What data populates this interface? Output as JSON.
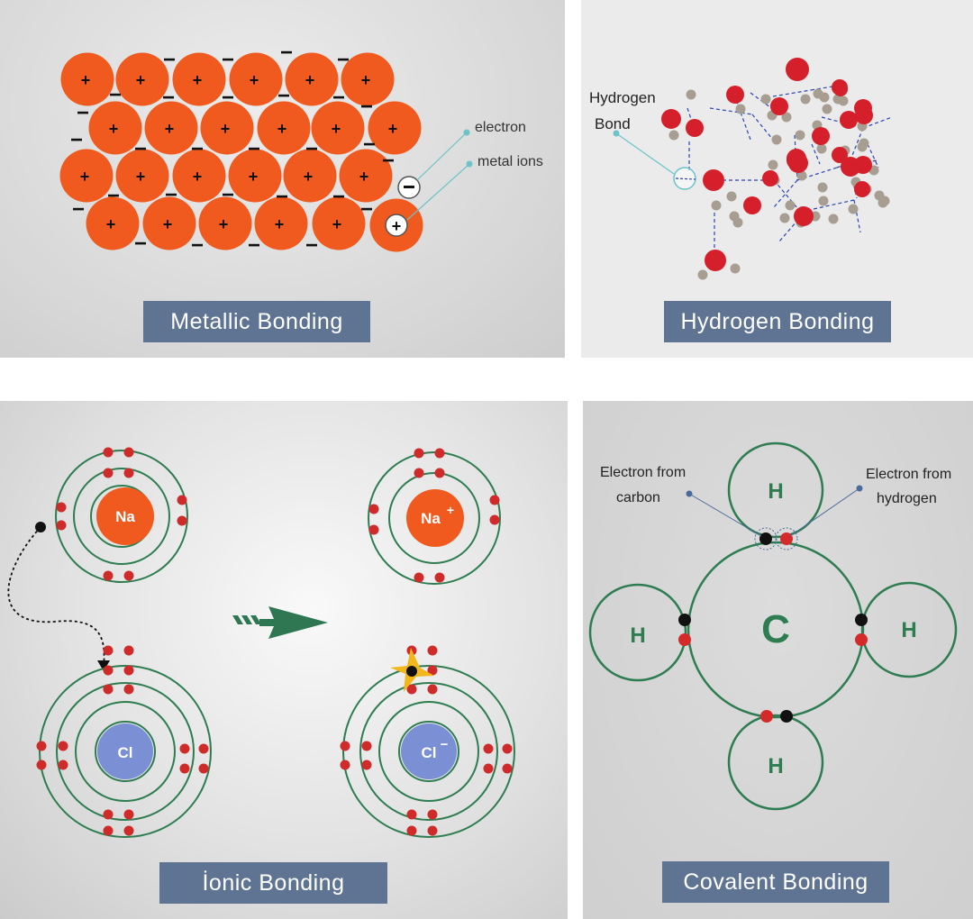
{
  "metallic": {
    "title": "Metallic  Bonding",
    "ion_sign": "+",
    "electron_sign": "−",
    "callouts": {
      "electron": "electron",
      "metal_ions": "metal ions"
    },
    "colors": {
      "ion": "#f05a1e",
      "callout_line": "#6cc3c8"
    }
  },
  "hydrogen": {
    "title": "Hydrogen Bonding",
    "label_line1": "Hydrogen",
    "label_line2": "Bond",
    "colors": {
      "oxygen": "#d51f2a",
      "hydrogen": "#a79d90",
      "bond_line": "#2a44b8"
    }
  },
  "ionic": {
    "title": "İonic  Bonding",
    "before": {
      "metal": "Na",
      "nonmetal": "Cl"
    },
    "after": {
      "metal": "Na",
      "metal_charge": "+",
      "nonmetal": "Cl",
      "nonmetal_charge": "−"
    },
    "colors": {
      "na": "#f05a1e",
      "cl": "#7a8fd4",
      "orbit": "#2e7d50",
      "electron": "#d02b2b",
      "arrow": "#2e7752",
      "star": "#f2b71b"
    }
  },
  "covalent": {
    "title": "Covalent  Bonding",
    "center_atom": "C",
    "outer_atom": "H",
    "label_carbon_line1": "Electron from",
    "label_carbon_line2": "carbon",
    "label_hydrogen_line1": "Electron from",
    "label_hydrogen_line2": "hydrogen",
    "colors": {
      "outline": "#2e7d50",
      "text": "#2e7d50",
      "electron_h": "#d52a2a",
      "electron_c": "#111111"
    }
  }
}
